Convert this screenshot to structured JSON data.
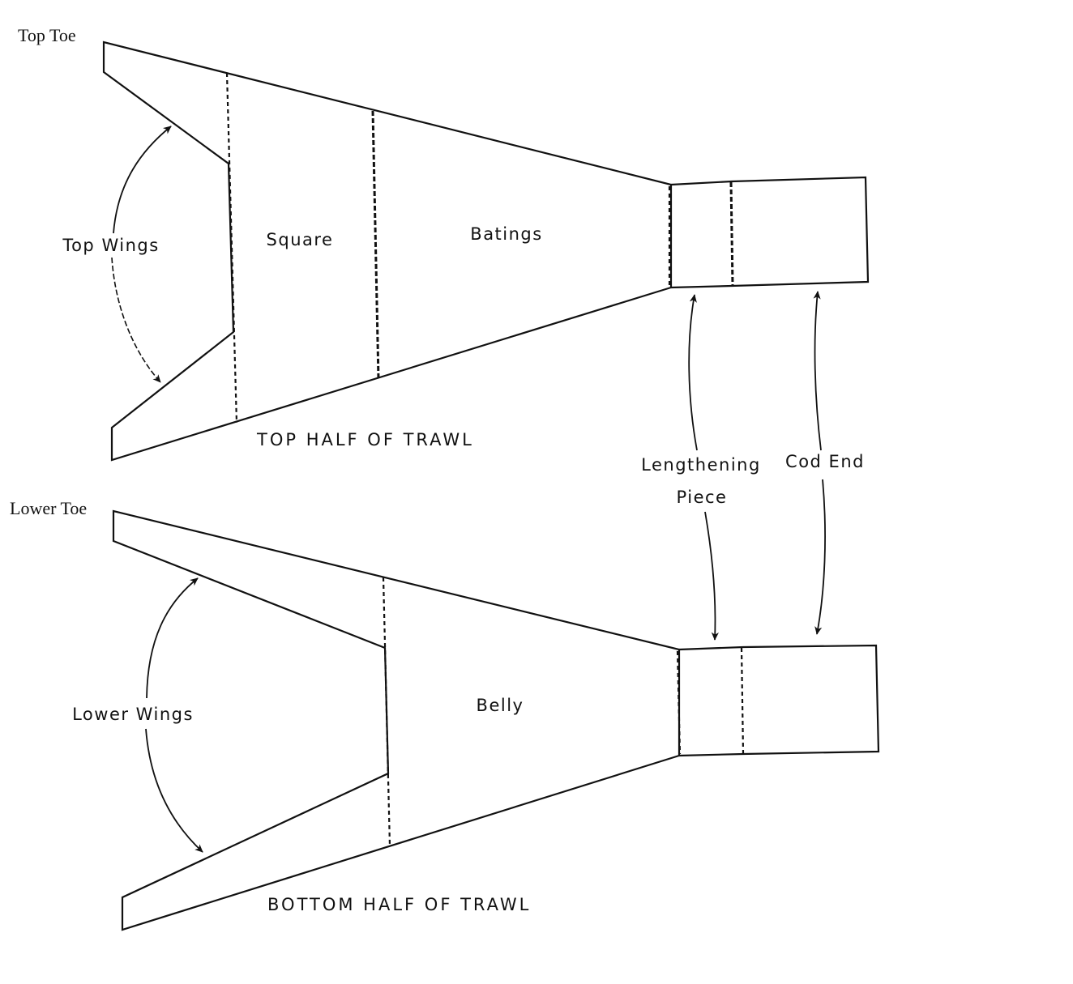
{
  "labels": {
    "top_toe": "Top Toe",
    "lower_toe": "Lower Toe",
    "top_wings": "Top Wings",
    "lower_wings": "Lower Wings",
    "square": "Square",
    "batings": "Batings",
    "belly": "Belly",
    "lengthening_piece_line1": "Lengthening",
    "lengthening_piece_line2": "Piece",
    "cod_end": "Cod End",
    "top_caption": "TOP HALF OF TRAWL",
    "bottom_caption": "BOTTOM HALF OF TRAWL"
  }
}
